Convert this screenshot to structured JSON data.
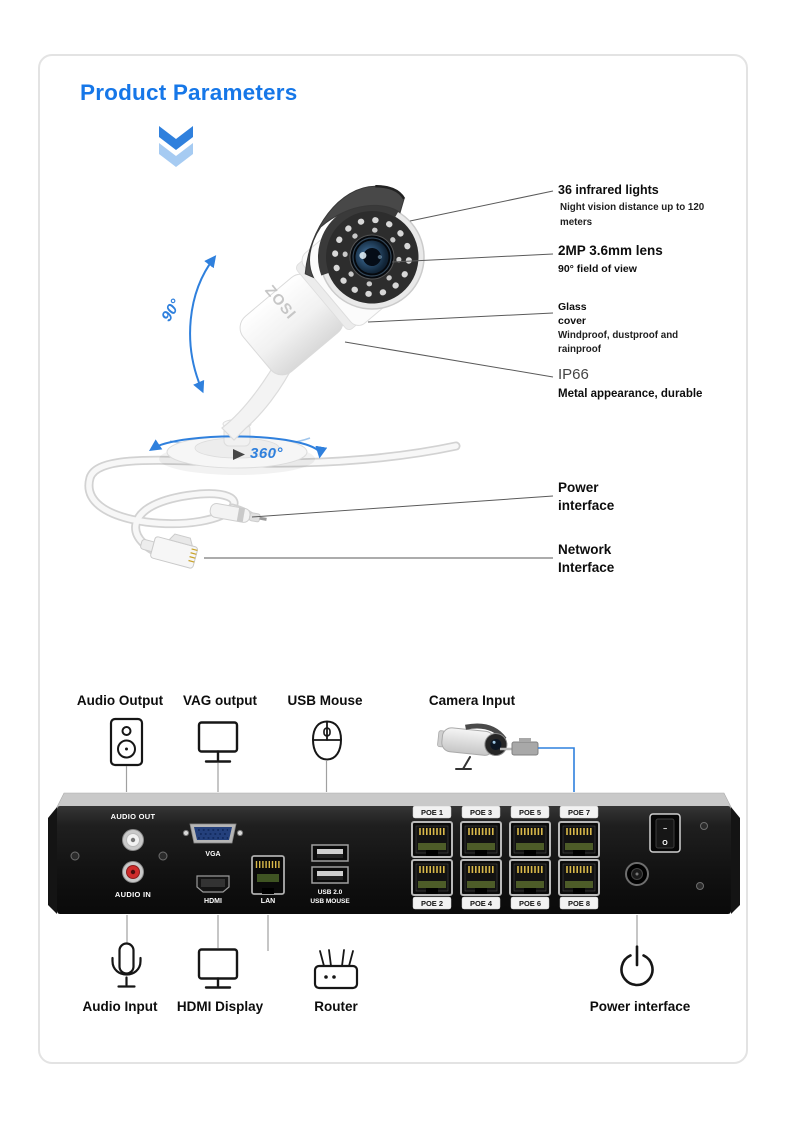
{
  "title": "Product Parameters",
  "camera": {
    "brand": "ZOSI",
    "rotation_vertical": "90°",
    "rotation_horizontal": "360°",
    "callouts": {
      "ir_title": "36 infrared lights",
      "ir_desc": "Night vision distance up to 120 meters",
      "lens_title": "2MP 3.6mm lens",
      "lens_desc": "90°  field of view",
      "glass_title": "Glass cover",
      "glass_desc": "Windproof, dustproof and rainproof",
      "ip66_title": "IP66",
      "ip66_desc": "Metal appearance, durable",
      "power_title": "Power interface",
      "network_title": "Network Interface"
    }
  },
  "connections": {
    "top_labels": [
      "Audio Output",
      "VAG output",
      "USB Mouse",
      "Camera Input"
    ],
    "bottom_labels": [
      "Audio Input",
      "HDMI Display",
      "Router",
      "Power interface"
    ]
  },
  "nvr_panel": {
    "audio_out": "AUDIO OUT",
    "audio_in": "AUDIO IN",
    "vga": "VGA",
    "hdmi": "HDMI",
    "lan": "LAN",
    "usb_line1": "USB 2.0",
    "usb_line2": "USB MOUSE",
    "poe_top": [
      "POE 1",
      "POE 3",
      "POE 5",
      "POE 7"
    ],
    "poe_bottom": [
      "POE 2",
      "POE 4",
      "POE 6",
      "POE 8"
    ],
    "switch_top": "−",
    "switch_bottom": "O"
  },
  "colors": {
    "title_blue": "#1677e8",
    "arrow_blue": "#2f80dd",
    "panel_dark": "#141414"
  }
}
